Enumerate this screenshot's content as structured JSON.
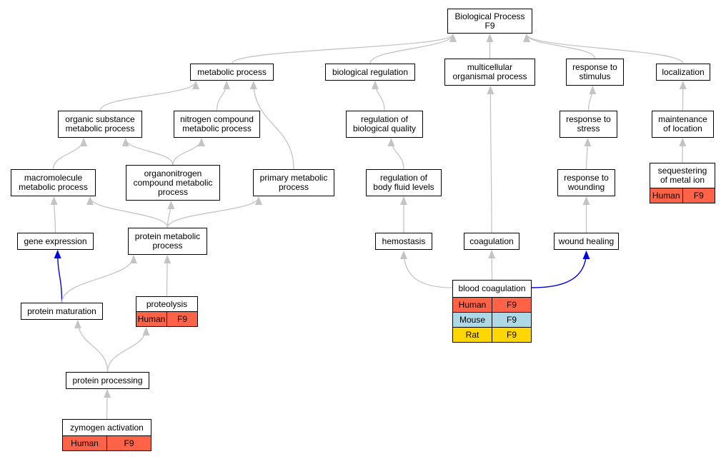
{
  "colors": {
    "edge": "#c4c4c4",
    "edge_highlight": "#0000e0",
    "human": "#ff6347",
    "mouse": "#add8e6",
    "rat": "#ffd700"
  },
  "nodes": {
    "bp": "Biological Process\nF9",
    "metabolic": "metabolic process",
    "bioreg": "biological regulation",
    "multicell": "multicellular\norganismal process",
    "stimulus": "response to\nstimulus",
    "localization": "localization",
    "organic": "organic substance\nmetabolic process",
    "nitrogen": "nitrogen compound\nmetabolic process",
    "bioquality": "regulation of\nbiological quality",
    "stress": "response to\nstress",
    "maintloc": "maintenance\nof location",
    "macro": "macromolecule\nmetabolic process",
    "organonitro": "organonitrogen\ncompound metabolic\nprocess",
    "primary": "primary metabolic\nprocess",
    "bodyfluid": "regulation of\nbody fluid levels",
    "wounding": "response to\nwounding",
    "seqmetal": "sequestering\nof metal ion",
    "geneexpr": "gene expression",
    "protmeta": "protein metabolic\nprocess",
    "hemostasis": "hemostasis",
    "coagulation": "coagulation",
    "woundheal": "wound healing",
    "protmat": "protein maturation",
    "proteolysis": "proteolysis",
    "bloodcoag": "blood coagulation",
    "protproc": "protein processing",
    "zymogen": "zymogen activation"
  },
  "annotations": {
    "seqmetal": [
      {
        "species": "Human",
        "gene": "F9"
      }
    ],
    "proteolysis": [
      {
        "species": "Human",
        "gene": "F9"
      }
    ],
    "bloodcoag": [
      {
        "species": "Human",
        "gene": "F9"
      },
      {
        "species": "Mouse",
        "gene": "F9"
      },
      {
        "species": "Rat",
        "gene": "F9"
      }
    ],
    "zymogen": [
      {
        "species": "Human",
        "gene": "F9"
      }
    ]
  },
  "edges": [
    {
      "from": "metabolic",
      "to": "bp"
    },
    {
      "from": "bioreg",
      "to": "bp"
    },
    {
      "from": "multicell",
      "to": "bp"
    },
    {
      "from": "stimulus",
      "to": "bp"
    },
    {
      "from": "localization",
      "to": "bp"
    },
    {
      "from": "organic",
      "to": "metabolic"
    },
    {
      "from": "nitrogen",
      "to": "metabolic"
    },
    {
      "from": "primary",
      "to": "metabolic"
    },
    {
      "from": "bioquality",
      "to": "bioreg"
    },
    {
      "from": "coagulation",
      "to": "multicell"
    },
    {
      "from": "stress",
      "to": "stimulus"
    },
    {
      "from": "maintloc",
      "to": "localization"
    },
    {
      "from": "macro",
      "to": "organic"
    },
    {
      "from": "organonitro",
      "to": "organic"
    },
    {
      "from": "organonitro",
      "to": "nitrogen"
    },
    {
      "from": "bodyfluid",
      "to": "bioquality"
    },
    {
      "from": "wounding",
      "to": "stress"
    },
    {
      "from": "seqmetal",
      "to": "maintloc"
    },
    {
      "from": "geneexpr",
      "to": "macro"
    },
    {
      "from": "protmeta",
      "to": "macro"
    },
    {
      "from": "protmeta",
      "to": "organonitro"
    },
    {
      "from": "protmeta",
      "to": "primary"
    },
    {
      "from": "hemostasis",
      "to": "bodyfluid"
    },
    {
      "from": "woundheal",
      "to": "wounding"
    },
    {
      "from": "protmat",
      "to": "geneexpr",
      "highlight": true
    },
    {
      "from": "protmat",
      "to": "protmeta"
    },
    {
      "from": "proteolysis",
      "to": "protmeta"
    },
    {
      "from": "bloodcoag",
      "to": "hemostasis"
    },
    {
      "from": "bloodcoag",
      "to": "coagulation"
    },
    {
      "from": "bloodcoag",
      "to": "woundheal",
      "highlight": true
    },
    {
      "from": "protproc",
      "to": "protmat"
    },
    {
      "from": "protproc",
      "to": "proteolysis"
    },
    {
      "from": "zymogen",
      "to": "protproc"
    }
  ]
}
